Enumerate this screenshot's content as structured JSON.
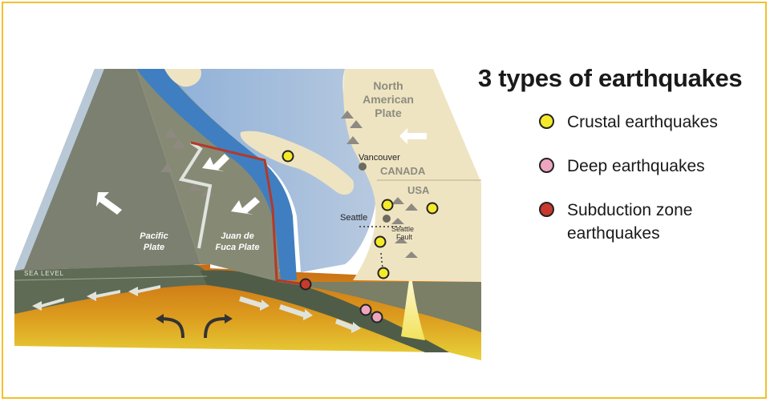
{
  "legend": {
    "title": "3 types of earthquakes",
    "items": [
      {
        "label": "Crustal earthquakes",
        "color": "#f5ea2a"
      },
      {
        "label": "Deep earthquakes",
        "color": "#eea6c0"
      },
      {
        "label": "Subduction zone earthquakes",
        "color": "#c8392e"
      }
    ]
  },
  "diagram": {
    "north_american_plate": [
      "North",
      "American",
      "Plate"
    ],
    "vancouver": "Vancouver",
    "canada": "CANADA",
    "usa": "USA",
    "seattle": "Seattle",
    "seattle_fault": [
      "Seattle",
      "Fault"
    ],
    "pacific_plate": [
      "Pacific",
      "Plate"
    ],
    "juan_de_fuca_plate": [
      "Juan de",
      "Fuca Plate"
    ],
    "sea_level": "SEA LEVEL"
  },
  "colors": {
    "frame_border": "#f2c12e",
    "ocean_floor": "#7c8070",
    "land": "#efe4c2",
    "water": "#9fb8d8",
    "trench_blue": "#3f7fc1",
    "fault_line": "#b23a2b",
    "mantle": "#d99a1e"
  }
}
